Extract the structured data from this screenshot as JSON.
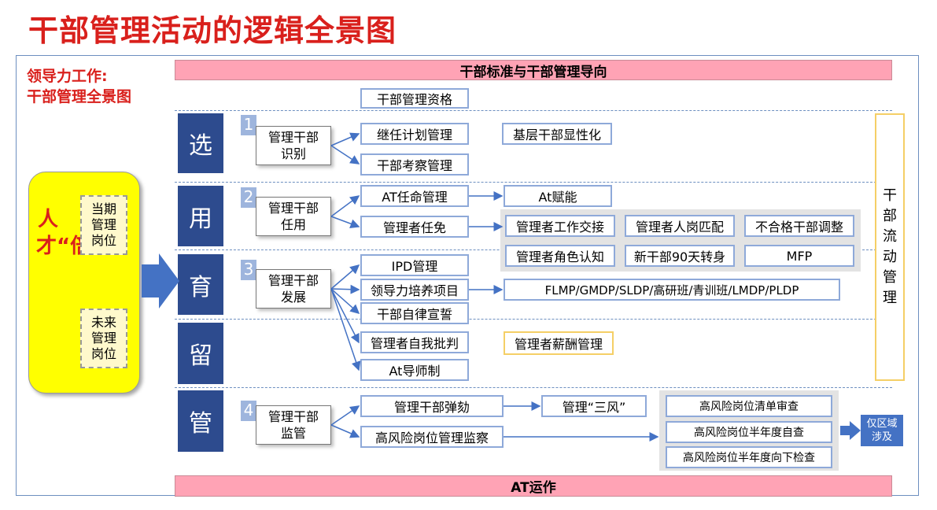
{
  "title": "干部管理活动的逻辑全景图",
  "lead": {
    "line1": "领导力工作:",
    "line2": "干部管理全景图"
  },
  "top_band": "干部标准与干部管理导向",
  "bottom_band": "AT运作",
  "qualification": "干部管理资格",
  "left_panel": {
    "vertical_text": "人才“倍”出",
    "current": "当期管理岗位",
    "future": "未来管理岗位"
  },
  "side_label": "干部流动管理",
  "stages": {
    "select": "选",
    "use": "用",
    "develop": "育",
    "retain": "留",
    "manage": "管"
  },
  "steps": [
    {
      "num": "1",
      "line1": "管理干部",
      "line2": "识别"
    },
    {
      "num": "2",
      "line1": "管理干部",
      "line2": "任用"
    },
    {
      "num": "3",
      "line1": "管理干部",
      "line2": "发展"
    },
    {
      "num": "4",
      "line1": "管理干部",
      "line2": "监管"
    }
  ],
  "select_items": [
    "继任计划管理",
    "干部考察管理"
  ],
  "select_extra": "基层干部显性化",
  "use_items": [
    "AT任命管理",
    "管理者任免"
  ],
  "at_empower": "At赋能",
  "appointment_items": [
    "管理者工作交接",
    "管理者人岗匹配",
    "不合格干部调整",
    "管理者角色认知",
    "新干部90天转身",
    "MFP"
  ],
  "develop_items": [
    "IPD管理",
    "领导力培养项目",
    "干部自律宣誓",
    "管理者自我批判",
    "At导师制"
  ],
  "programs": "FLMP/GMDP/SLDP/高研班/青训班/LMDP/PLDP",
  "compensation": "管理者薪酬管理",
  "manage_items": [
    "管理干部弹劾",
    "高风险岗位管理监察"
  ],
  "three_styles": "管理“三风”",
  "risk_checks": [
    "高风险岗位清单审查",
    "高风险岗位半年度自查",
    "高风险岗位半年度向下检查"
  ],
  "region_only": {
    "line1": "仅区域",
    "line2": "涉及"
  },
  "colors": {
    "title_red": "#d9201c",
    "stage_blue": "#2d4b8e",
    "band_pink": "#ffa3b5",
    "box_border": "#8ea9d9",
    "gold": "#f5cf66",
    "arrow_blue": "#4472c4"
  }
}
